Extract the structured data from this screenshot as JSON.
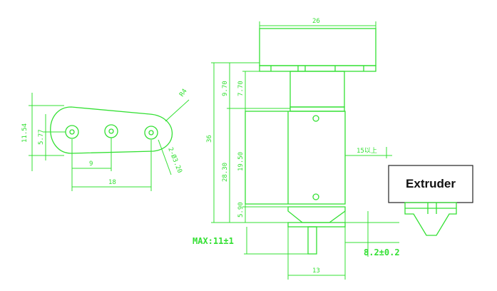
{
  "dimensions": {
    "top_width": "26",
    "gap_width": "9",
    "hole_pitch": "18",
    "offset_top": "9.70",
    "flange": "7.70",
    "total_height": "36",
    "body_height": "28.30",
    "body_lower": "19.50",
    "nozzle_part": "5.90",
    "overall_height": "11.54",
    "half_height": "5.77",
    "radius": "R4",
    "holes": "2-Ø3.20",
    "bottom_width": "13",
    "small_gap": "15以上",
    "max_nozzle": "MAX:11±1",
    "nozzle_length": "8.2±0.2"
  },
  "label": {
    "text": "Extruder"
  },
  "colors": {
    "line": "#33e033",
    "label_border": "#222222",
    "label_text": "#111111"
  }
}
